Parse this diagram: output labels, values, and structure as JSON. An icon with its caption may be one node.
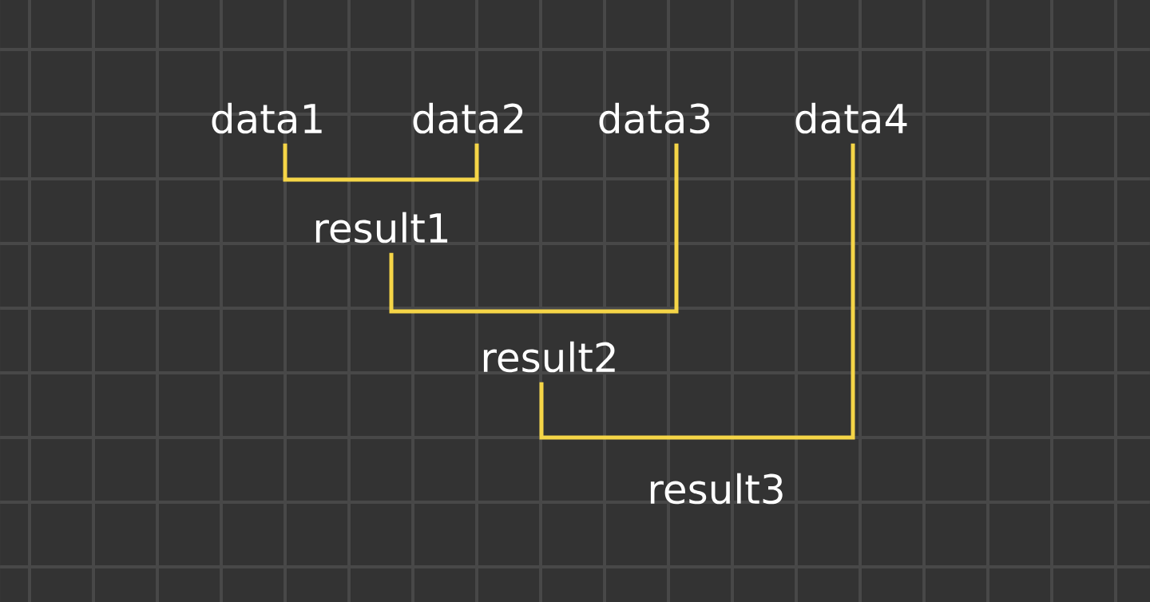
{
  "diagram": {
    "nodes": [
      {
        "text": [
          "data1"
        ]
      },
      {
        "text": [
          "data2"
        ]
      },
      {
        "text": [
          "data3"
        ]
      },
      {
        "text": [
          "data4"
        ]
      },
      {
        "text": [
          "result1"
        ]
      },
      {
        "text": [
          "result2"
        ]
      }
    ],
    "edges": [
      {
        "from": 0,
        "to": 1,
        "arrow": "none"
      },
      {
        "from": 4,
        "to": 2,
        "arrow": "none"
      },
      {
        "from": 5,
        "to": 3,
        "arrow": "none"
      }
    ],
    "labels": [
      "result3"
    ]
  }
}
